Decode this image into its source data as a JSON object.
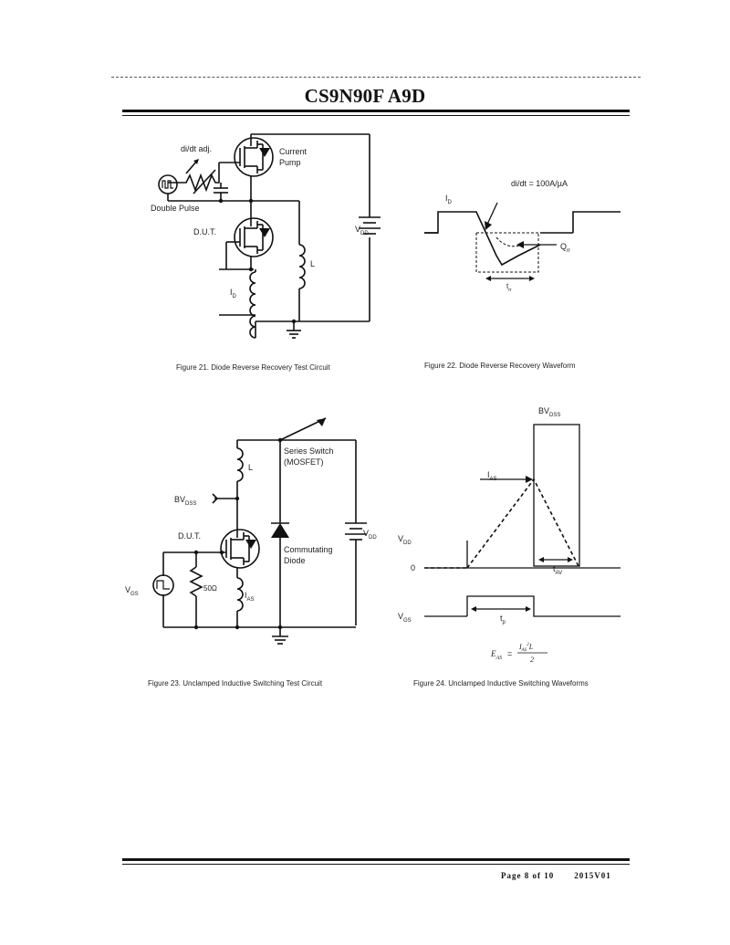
{
  "header": {
    "title": "CS9N90F A9D"
  },
  "fig21": {
    "caption": "Figure 21. Diode Reverse Recovery Test Circuit",
    "didt_adj": "di/dt adj.",
    "current": "Current",
    "pump": "Pump",
    "double_pulse": "Double Pulse",
    "dut": "D.U.T.",
    "L": "L",
    "I": "I",
    "I_sub": "D",
    "V": "V",
    "V_sub": "DD"
  },
  "fig22": {
    "caption": "Figure 22. Diode Reverse Recovery Waveform",
    "didt": "di/dt = 100A/µA",
    "I": "I",
    "I_sub": "D",
    "Q": "Q",
    "Q_sub": "rr",
    "t": "t",
    "t_sub": "rr"
  },
  "fig23": {
    "caption": "Figure 23. Unclamped Inductive Switching Test Circuit",
    "series_switch": "Series Switch",
    "mosfet": "(MOSFET)",
    "L": "L",
    "bv": "BV",
    "bv_sub": "DSS",
    "dut": "D.U.T.",
    "vdd": "V",
    "vdd_sub": "DD",
    "commutating": "Commutating",
    "diode": "Diode",
    "r50": "50Ω",
    "ias": "I",
    "ias_sub": "AS",
    "vgs": "V",
    "vgs_sub": "GS"
  },
  "fig24": {
    "caption": "Figure 24. Unclamped Inductive Switching Waveforms",
    "bv": "BV",
    "bv_sub": "DSS",
    "ias": "I",
    "ias_sub": "AS",
    "vdd": "V",
    "vdd_sub": "DD",
    "zero": "0",
    "tav": "t",
    "tav_sub": "AV",
    "vgs": "V",
    "vgs_sub": "GS",
    "tp": "t",
    "tp_sub": "p",
    "eq_lhs": "E",
    "eq_lhs_sub": "AS",
    "eq_eq": "=",
    "eq_num": "I",
    "eq_num_sub": "AS",
    "eq_num_sup": "2",
    "eq_num_L": "L",
    "eq_den": "2"
  },
  "footer": {
    "page": "Page 8 of 10",
    "version": "2015V01"
  }
}
